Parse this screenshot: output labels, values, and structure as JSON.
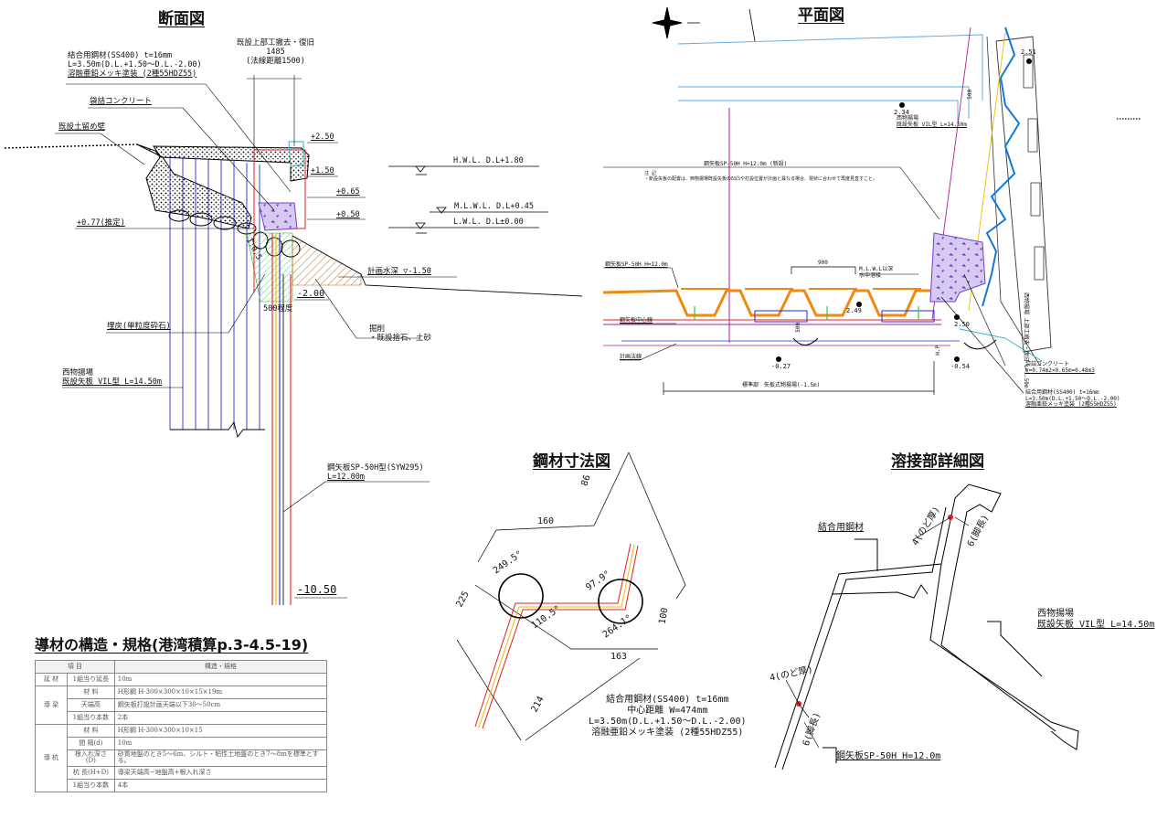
{
  "titles": {
    "section": "断面図",
    "plan": "平面図",
    "steel": "鋼材寸法図",
    "weld": "溶接部詳細図",
    "guide": "導材の構造・規格(港湾積算p.3-4.5-19)"
  },
  "section": {
    "connector": [
      "結合用鋼材(SS400) t=16mm",
      "L=3.50m(D.L.+1.50〜D.L.-2.00)",
      "溶融亜鉛メッキ塗装 (2種55HDZ55)"
    ],
    "top_removal": [
      "既設上部工撤去・復旧",
      "1485",
      "(法線距離1500)"
    ],
    "bag_concrete": "袋詰コンクリート",
    "retaining_wall": "既設土留め壁",
    "levels": {
      "p250": "+2.50",
      "p150": "+1.50",
      "p065": "+0.65",
      "p050": "+0.50",
      "m200": "-2.00",
      "m1050": "-10.50"
    },
    "hwl": "H.W.L. D.L+1.80",
    "mlwl": "M.L.W.L. D.L+0.45",
    "lwl": "L.W.L. D.L±0.00",
    "est": "+0.77(推定)",
    "plan_depth": "計画水深 ▽-1.50",
    "approx500": "500程度",
    "slope": "1:0.5",
    "backfill": "埋戻(単粒度砕石)",
    "excavation": [
      "掘削",
      "・既設捨石、土砂"
    ],
    "existing_sheet": [
      "西物揚場",
      "既設矢板 VIL型 L=14.50m"
    ],
    "new_sheet": [
      "鋼矢板SP-50H型(SYW295)",
      "L=12.00m"
    ]
  },
  "plan": {
    "new_sheet": "鋼矢板SP-50H H=12.0m (新設)",
    "note": [
      "注 記",
      "・新設矢板の配置は、西物揚場既設矢板の凹凸や打設位置が計画と異なる場合、現状に合わせて再度見直すこと。"
    ],
    "sheet_left": "鋼矢板SP-50H H=12.0m",
    "sheet_center": "鋼矢板中心線",
    "plan_line": "計画法線",
    "dim900": "900",
    "mlwl_weld": [
      "M.L.W.L以深",
      "水中溶接"
    ],
    "dim500": "500",
    "dim500b": "500",
    "spots": [
      "2.51",
      "2.34",
      "2.49",
      "2.50",
      "-0.27",
      "-0.54"
    ],
    "west": [
      "西物揚場",
      "既設矢板 VIL型 L=14.50m"
    ],
    "vertical_note": "西物揚場 上部工撤去・復旧 L=1.50m",
    "standard": "標準部　矢板式物揚場(-1.5m)",
    "bag": [
      "袋詰コンクリート",
      "V=0.74m2×0.65m=0.48m3"
    ],
    "connector": [
      "結合用鋼材(SS400) t=16mm",
      "L=3.50m(D.L.+1.50〜D.L.-2.00)",
      "溶融亜鉛メッキ塗装 (2種55HDZ55)"
    ],
    "hp": "H.P"
  },
  "steel": {
    "d160": "160",
    "d86": "86",
    "d225": "225",
    "a2495": "249.5°",
    "a979": "97.9°",
    "a1105": "110.5°",
    "a2641": "264.1°",
    "d100": "100",
    "d163": "163",
    "d214": "214",
    "spec": [
      "結合用鋼材(SS400) t=16mm",
      "中心距離 W=474mm",
      "L=3.50m(D.L.+1.50〜D.L.-2.00)",
      "溶融亜鉛メッキ塗装 (2種55HDZ55)"
    ]
  },
  "weld": {
    "connector": "結合用鋼材",
    "throat_top": "4(のど厚)",
    "leg_top": "6(脚長)",
    "west": [
      "西物揚場",
      "既設矢板 VIL型 L=14.50m"
    ],
    "throat_bottom": "4(のど厚)",
    "leg_bottom": "6(脚長)",
    "sheet": "鋼矢板SP-50H H=12.0m"
  },
  "guide_table": {
    "header": [
      "項 目",
      "構造・規格"
    ],
    "rows": [
      [
        "延 材",
        "",
        "1組当り延長",
        "10m"
      ],
      [
        "導 梁",
        "",
        "材 料",
        "H形鋼 H-300×300×10×15×19m"
      ],
      [
        "",
        "",
        "天端高",
        "鋼矢板打設計画天端以下30〜50cm"
      ],
      [
        "",
        "",
        "1組当り本数",
        "2本"
      ],
      [
        "導 杭",
        "",
        "材 料",
        "H形鋼 H-300×300×10×15"
      ],
      [
        "",
        "",
        "間 隔(d)",
        "10m"
      ],
      [
        "",
        "",
        "根入れ深さ(D)",
        "砂質地盤のとき5〜6m、シルト・粘性土地盤のとき7〜8mを標準とする。"
      ],
      [
        "",
        "",
        "杭 長(H+D)",
        "導梁天端高−地盤高+根入れ深さ"
      ],
      [
        "",
        "",
        "1組当り本数",
        "4本"
      ]
    ]
  }
}
